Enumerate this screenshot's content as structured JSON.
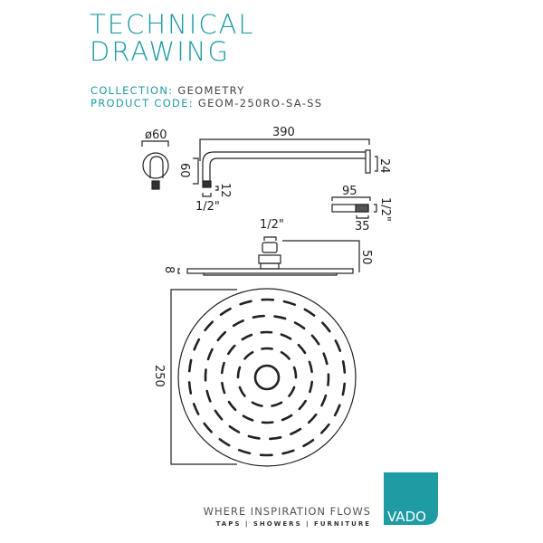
{
  "title_line1": "TECHNICAL",
  "title_line2": "DRAWING",
  "collection_label": "COLLECTION:",
  "collection_value": "GEOMETRY",
  "product_code_label": "PRODUCT CODE:",
  "product_code_value": "GEOM-250RO-SA-SS",
  "dimensions": {
    "wall_plate_diameter": "ø60",
    "arm_length": "390",
    "arm_drop": "60",
    "arm_end_height": "24",
    "arm_thread_length": "12",
    "arm_thread_size": "1/2\"",
    "connector_length": "95",
    "connector_thread": "1/2\"",
    "connector_thread_length": "35",
    "head_inlet": "1/2\"",
    "head_height": "50",
    "head_thickness": "8",
    "head_diameter": "250"
  },
  "footer": {
    "tagline": "WHERE INSPIRATION FLOWS",
    "categories": "TAPS | SHOWERS | FURNITURE",
    "logo_text": "VADO",
    "brand_color": "#1e9ba3"
  }
}
